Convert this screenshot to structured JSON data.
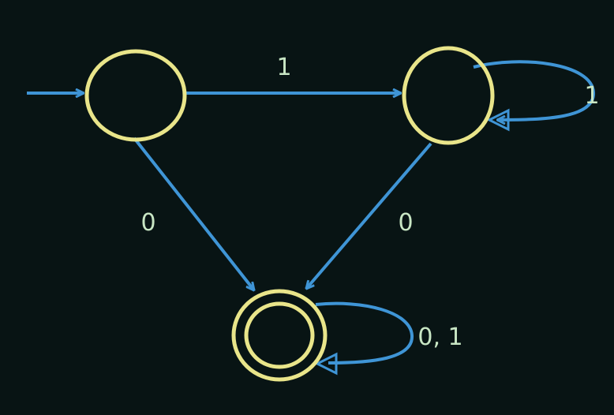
{
  "diagram": {
    "type": "finite-automaton",
    "colors": {
      "background": "#081414",
      "state_stroke": "#e9e58a",
      "edge": "#3f95d6",
      "label": "#c8e6c4"
    },
    "states": [
      {
        "id": "q0",
        "start": true,
        "accepting": false
      },
      {
        "id": "q1",
        "start": false,
        "accepting": false
      },
      {
        "id": "q2",
        "start": false,
        "accepting": true
      }
    ],
    "transitions": [
      {
        "from": "q0",
        "to": "q1",
        "label": "1"
      },
      {
        "from": "q1",
        "to": "q1",
        "label": "1"
      },
      {
        "from": "q0",
        "to": "q2",
        "label": "0"
      },
      {
        "from": "q1",
        "to": "q2",
        "label": "0"
      },
      {
        "from": "q2",
        "to": "q2",
        "label": "0, 1"
      }
    ]
  }
}
